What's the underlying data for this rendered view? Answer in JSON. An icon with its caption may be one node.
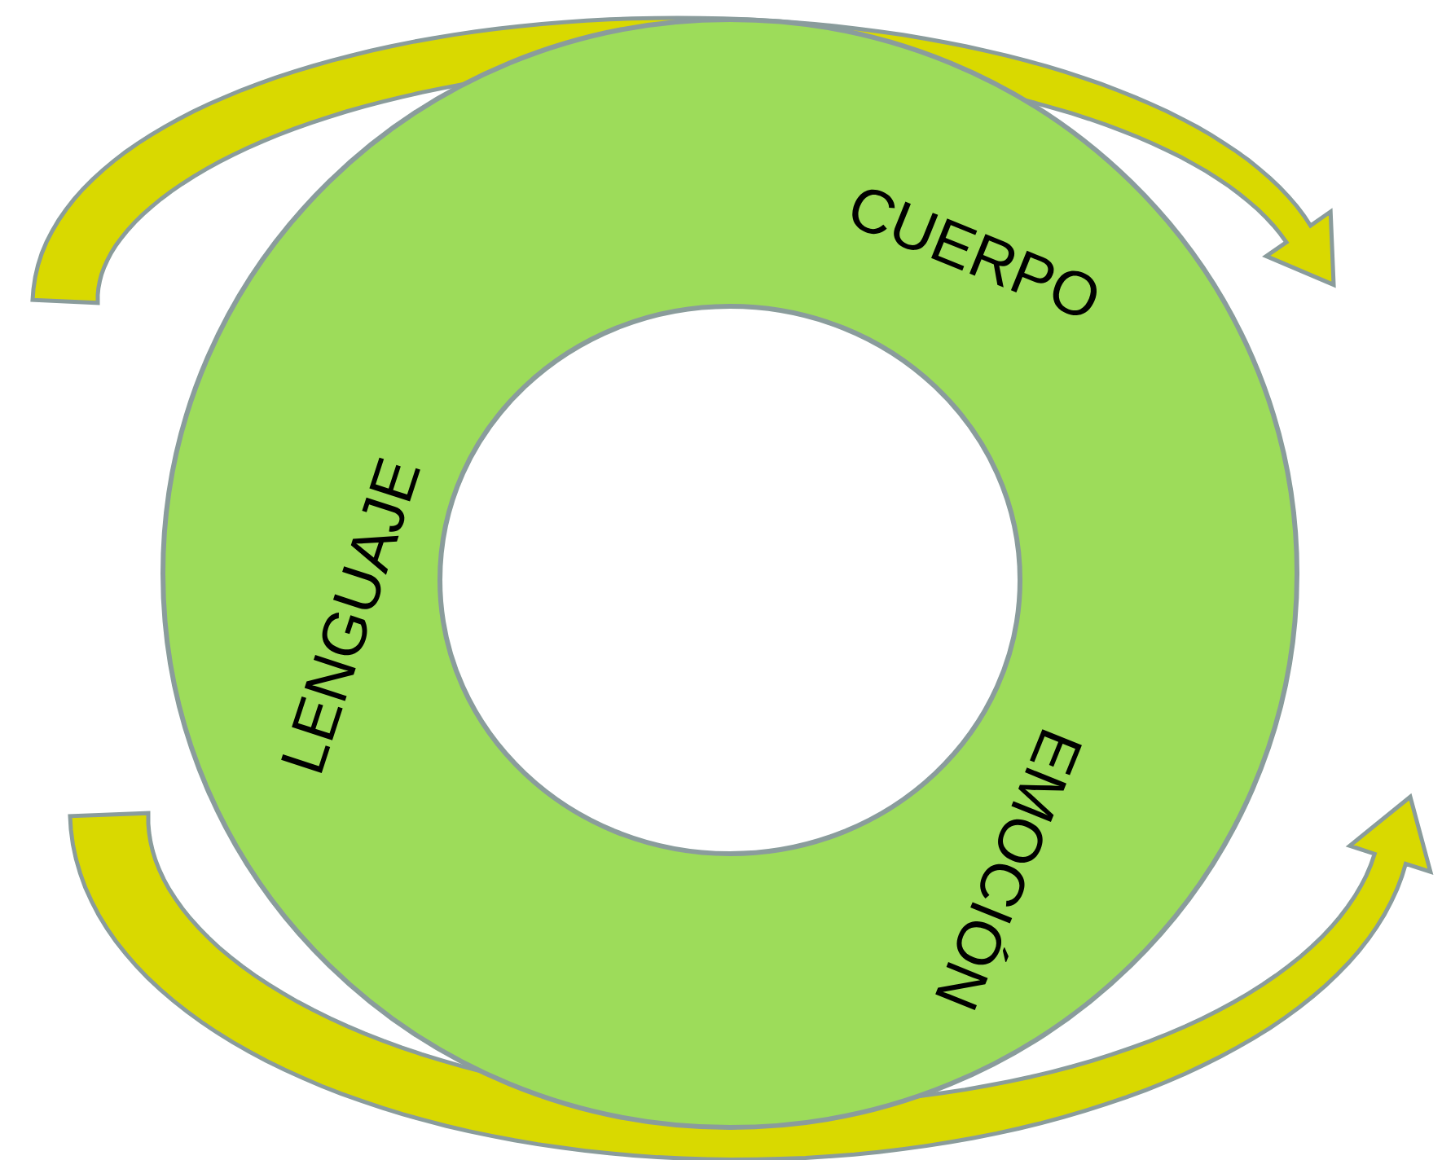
{
  "diagram": {
    "nodes": [
      {
        "text": [
          "CUERPO",
          "LENGUAJE",
          "EMOCIÓN"
        ]
      }
    ]
  }
}
